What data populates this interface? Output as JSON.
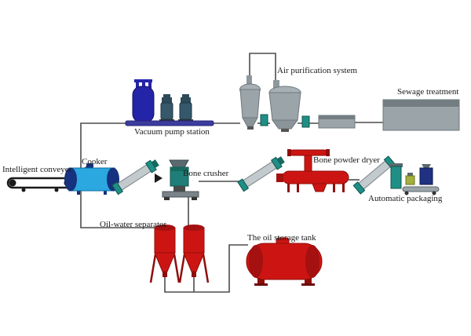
{
  "diagram": {
    "type": "process-flow",
    "subject": "bone rendering / bone powder production line",
    "labels": {
      "intelligent_conveyer": "Intelligent conveyer",
      "cooker": "Cooker",
      "vacuum_pump_station": "Vacuum pump station",
      "air_purification_system": "Air purification system",
      "sewage_treatment": "Sewage treatment",
      "bone_crusher": "Bone crusher",
      "bone_powder_dryer": "Bone powder dryer",
      "automatic_packaging": "Automatic packaging",
      "oil_water_separator": "Oil-water separator",
      "oil_storage_tank": "The oil storage tank"
    },
    "colors": {
      "cooker_body": "#2ba8e0",
      "tank_navy": "#2424a8",
      "equipment_red": "#cc1512",
      "equipment_dark_red": "#8f0e0c",
      "equipment_teal": "#1f8f86",
      "equipment_gray": "#9aa4a9",
      "manifold_purple": "#3c3c9e",
      "line": "#4d4d4d",
      "background": "#ffffff"
    }
  }
}
